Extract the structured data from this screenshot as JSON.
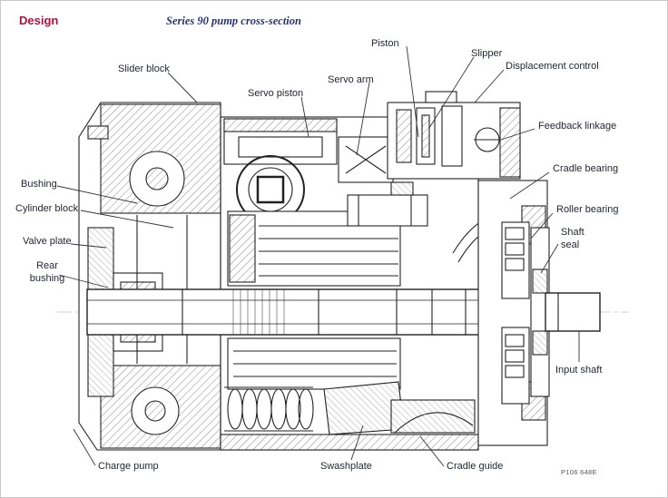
{
  "page": {
    "heading": "Design",
    "title": "Series 90 pump cross-section",
    "figure_code": "P106 648E"
  },
  "colors": {
    "heading": "#b5103d",
    "title": "#283477",
    "label": "#1f2430"
  },
  "labels": {
    "piston": "Piston",
    "slipper": "Slipper",
    "displacement_control": "Displacement control",
    "servo_arm": "Servo arm",
    "servo_piston": "Servo piston",
    "slider_block": "Slider block",
    "feedback_linkage": "Feedback linkage",
    "cradle_bearing": "Cradle bearing",
    "roller_bearing": "Roller bearing",
    "shaft_seal": "Shaft seal",
    "bushing": "Bushing",
    "cylinder_block": "Cylinder block",
    "valve_plate": "Valve plate",
    "rear_bushing": "Rear bushing",
    "input_shaft": "Input shaft",
    "charge_pump": "Charge pump",
    "swashplate": "Swashplate",
    "cradle_guide": "Cradle guide"
  }
}
